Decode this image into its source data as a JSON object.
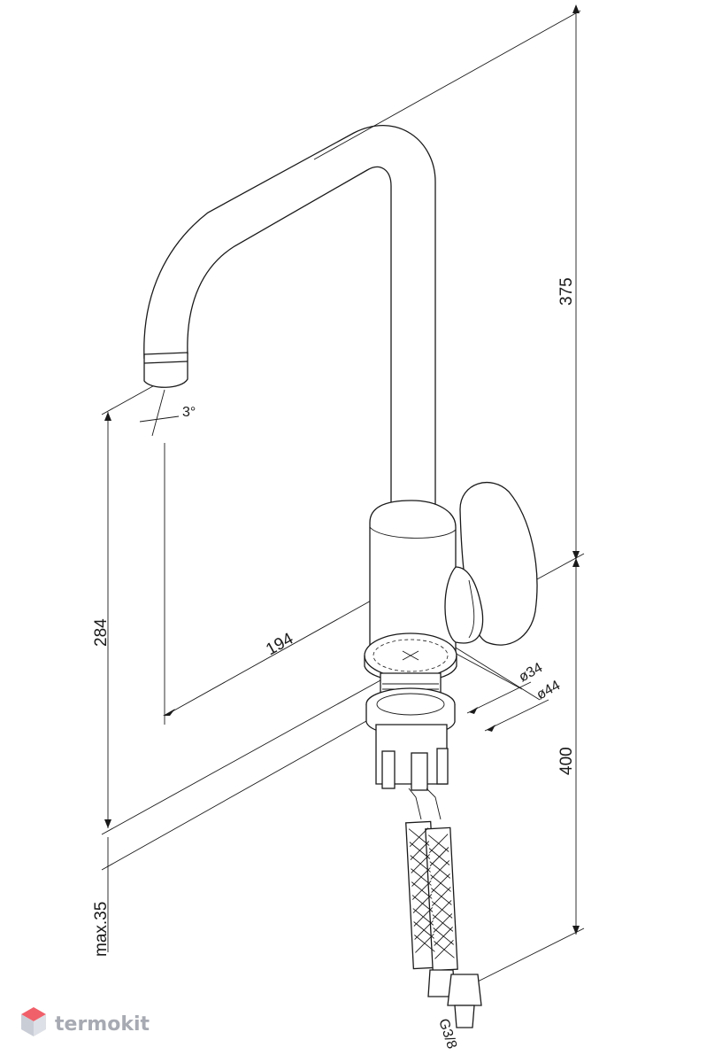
{
  "dimensions": {
    "height_total": "375",
    "spout_height": "284",
    "spout_reach": "194",
    "angle": "3°",
    "diameter_inner": "ø34",
    "diameter_outer": "ø44",
    "hose_length": "400",
    "max_thickness": "max.35",
    "thread": "G3/8"
  },
  "watermark": {
    "brand": "termokit"
  },
  "colors": {
    "line": "#1a1a1a",
    "watermark_text": "#a7aab2",
    "watermark_logo_top": "#f0606a",
    "watermark_logo_side": "#c9cdd6"
  }
}
